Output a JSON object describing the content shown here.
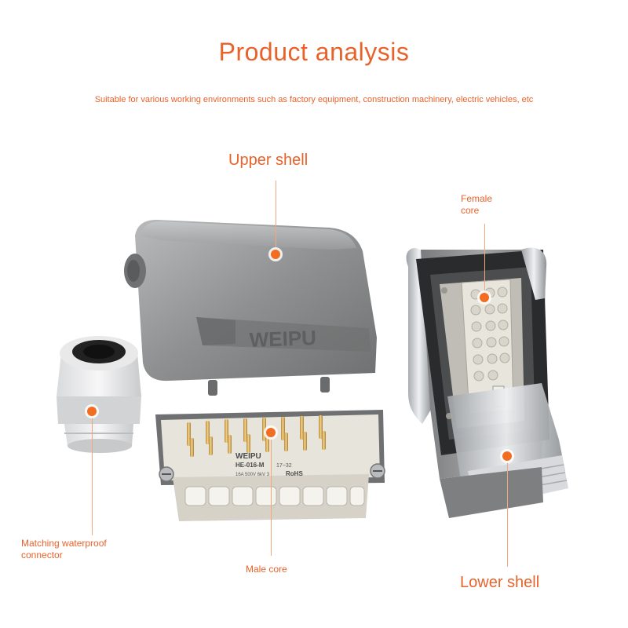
{
  "title": "Product analysis",
  "subtitle": "Suitable for various working environments such as factory equipment, construction machinery, electric vehicles, etc",
  "colors": {
    "accent": "#e8622a",
    "dot": "#f26d21",
    "shell": "#8e8f90"
  },
  "labels": {
    "upper_shell": "Upper shell",
    "female_core_1": "Female",
    "female_core_2": "core",
    "waterproof_1": "Matching waterproof",
    "waterproof_2": "connector",
    "male_core": "Male core",
    "lower_shell": "Lower shell"
  },
  "branding": {
    "shell_logo": "WEIPU",
    "male_logo": "WEIPU",
    "male_model": "HE-016-M",
    "male_code": "17~32",
    "male_spec": "16A 500V 6kV 3",
    "rohs": "RoHS"
  }
}
